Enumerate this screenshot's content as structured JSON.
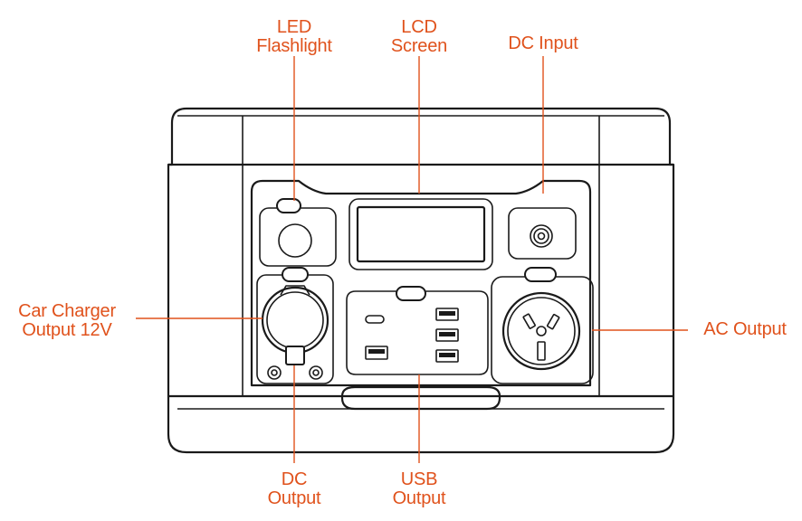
{
  "labels": {
    "led_flashlight": [
      "LED",
      "Flashlight"
    ],
    "lcd_screen": [
      "LCD",
      "Screen"
    ],
    "dc_input": [
      "DC Input"
    ],
    "car_charger": [
      "Car Charger",
      "Output 12V"
    ],
    "ac_output": [
      "AC Output"
    ],
    "dc_output": [
      "DC",
      "Output"
    ],
    "usb_output": [
      "USB",
      "Output"
    ]
  },
  "colors": {
    "callout": "#e0521c",
    "outline": "#1a1a1a",
    "background": "#ffffff"
  }
}
